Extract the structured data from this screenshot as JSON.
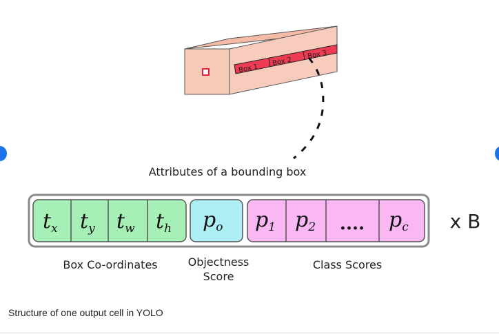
{
  "colors": {
    "coord_fill": "#a6f0b8",
    "objectness_fill": "#aeeff5",
    "class_fill": "#f9b8f4",
    "cell_fill": "#f7c9b7",
    "box_strip": "#ec3b52",
    "nav": "#1a73e8"
  },
  "tensor": {
    "boxes": [
      "Box 1",
      "Box 2",
      "Box 3"
    ]
  },
  "diagram": {
    "callout": "Attributes of a bounding box",
    "multiplier": "x B",
    "coords": {
      "tx": "t",
      "tx_sub": "x",
      "ty": "t",
      "ty_sub": "y",
      "tw": "t",
      "tw_sub": "w",
      "th": "t",
      "th_sub": "h"
    },
    "objectness": {
      "p": "p",
      "p_sub": "o"
    },
    "classes": {
      "p1": "p",
      "p1_sub": "1",
      "p2": "p",
      "p2_sub": "2",
      "dots": "....",
      "pc": "p",
      "pc_sub": "c"
    },
    "labels": {
      "coords": "Box Co-ordinates",
      "objectness_line1": "Objectness",
      "objectness_line2": "Score",
      "classes": "Class Scores"
    }
  },
  "caption": "Structure of one output cell in YOLO"
}
